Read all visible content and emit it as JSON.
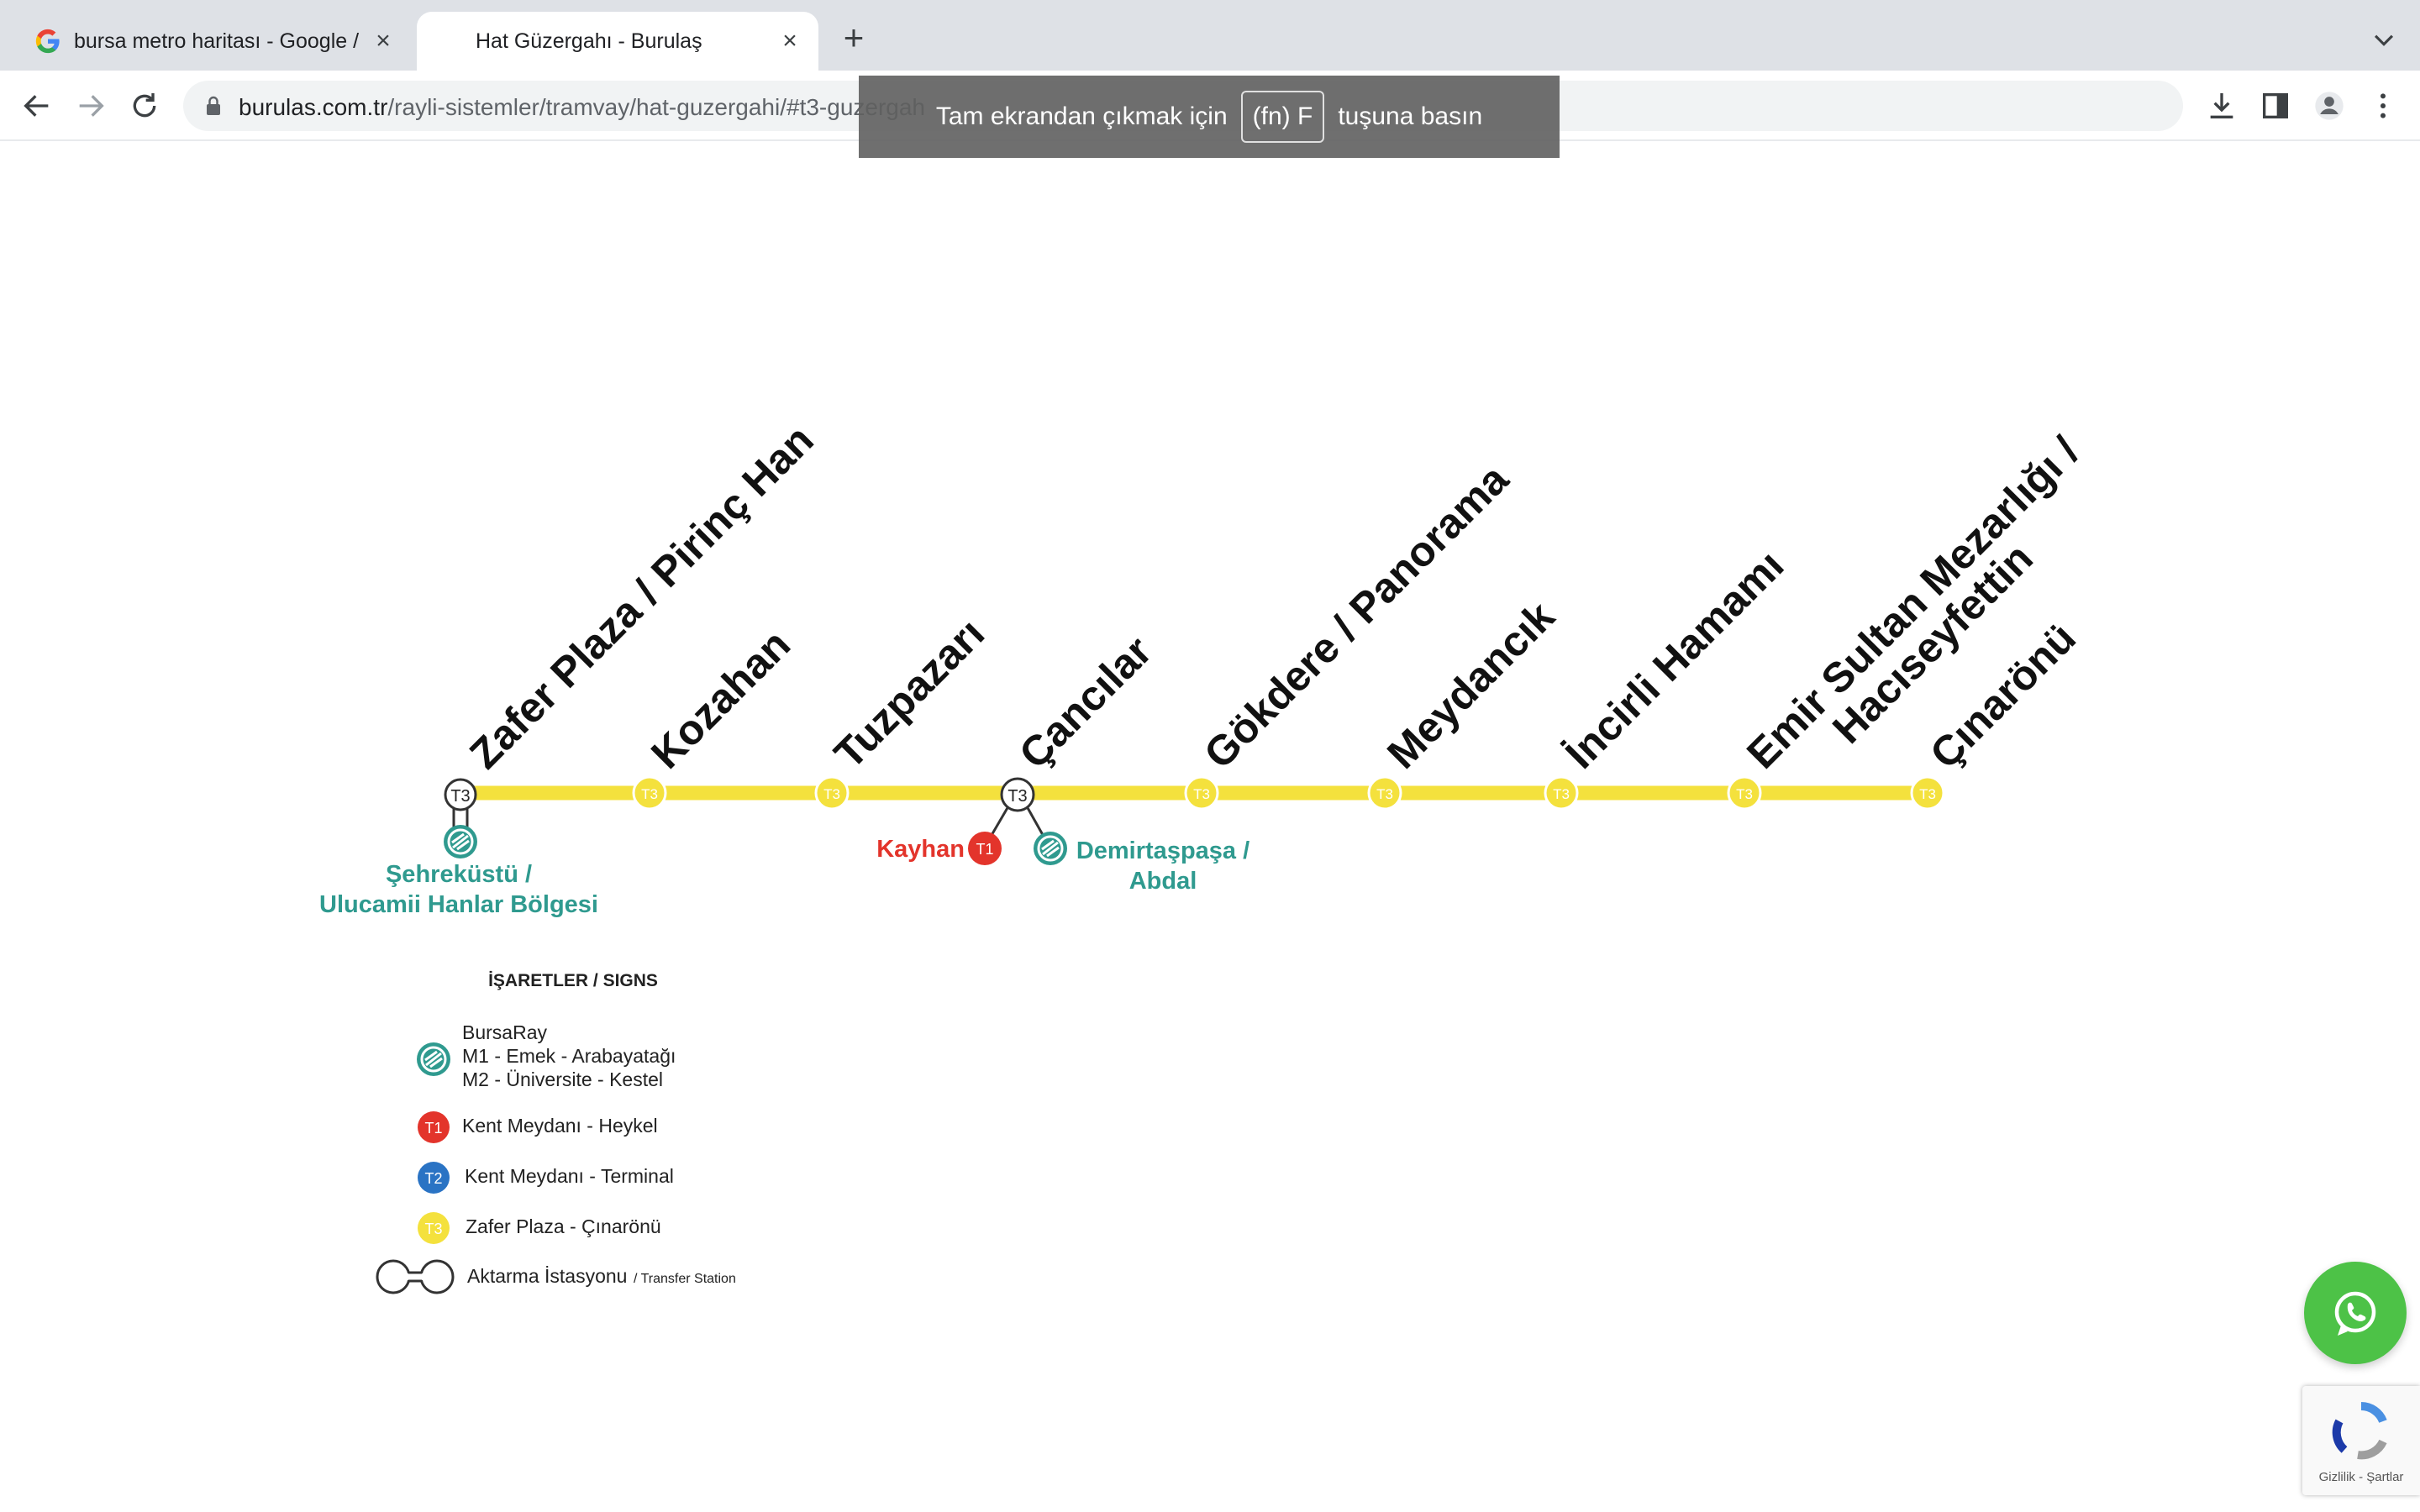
{
  "browser": {
    "tabs": [
      {
        "title": "bursa metro haritası - Google /",
        "favicon": "google-icon",
        "active": false
      },
      {
        "title": "Hat Güzergahı - Burulaş",
        "active": true
      }
    ],
    "url_domain": "burulas.com.tr",
    "url_path": "/rayli-sistemler/tramvay/hat-guzergahi/#t3-guzergah",
    "fullscreen_toast": {
      "before": "Tam ekrandan çıkmak için",
      "key": "(fn) F",
      "after": "tuşuna basın"
    }
  },
  "map": {
    "line_color": "#f4e13d",
    "stations": [
      {
        "name": "Zafer Plaza / Pirinç Han",
        "badge": "T3"
      },
      {
        "name": "Kozahan",
        "badge": "T3"
      },
      {
        "name": "Tuzpazarı",
        "badge": "T3"
      },
      {
        "name": "Çancılar",
        "badge": "T3"
      },
      {
        "name": "Gökdere / Panorama",
        "badge": "T3"
      },
      {
        "name": "Meydancık",
        "badge": "T3"
      },
      {
        "name": "İncirli Hamamı",
        "badge": "T3"
      },
      {
        "name": "Emir Sultan Mezarlığı /",
        "name2": "Hacıseyfettin",
        "badge": "T3"
      },
      {
        "name": "Çınarönü",
        "badge": "T3"
      }
    ],
    "transfers": {
      "sehrekustu": {
        "line1": "Şehreküstü /",
        "line2": "Ulucamii Hanlar Bölgesi"
      },
      "kayhan": {
        "label": "Kayhan",
        "badge": "T1"
      },
      "demirtaspasa": {
        "line1": "Demirtaşpaşa /",
        "line2": "Abdal"
      }
    },
    "legend": {
      "title": "İŞARETLER / SIGNS",
      "bursaray": [
        "BursaRay",
        "M1 - Emek - Arabayatağı",
        "M2 - Üniversite - Kestel"
      ],
      "t1": {
        "badge": "T1",
        "label": "Kent Meydanı - Heykel"
      },
      "t2": {
        "badge": "T2",
        "label": "Kent Meydanı - Terminal"
      },
      "t3": {
        "badge": "T3",
        "label": "Zafer Plaza - Çınarönü"
      },
      "transfer": {
        "label": "Aktarma İstasyonu",
        "sublabel": "/ Transfer Station"
      }
    }
  },
  "recaptcha": {
    "label": "Gizlilik - Şartlar"
  },
  "colors": {
    "t1": "#e3342b",
    "t2": "#2a73c4",
    "t3": "#f4e13d",
    "bursaray": "#2f9a8f"
  }
}
